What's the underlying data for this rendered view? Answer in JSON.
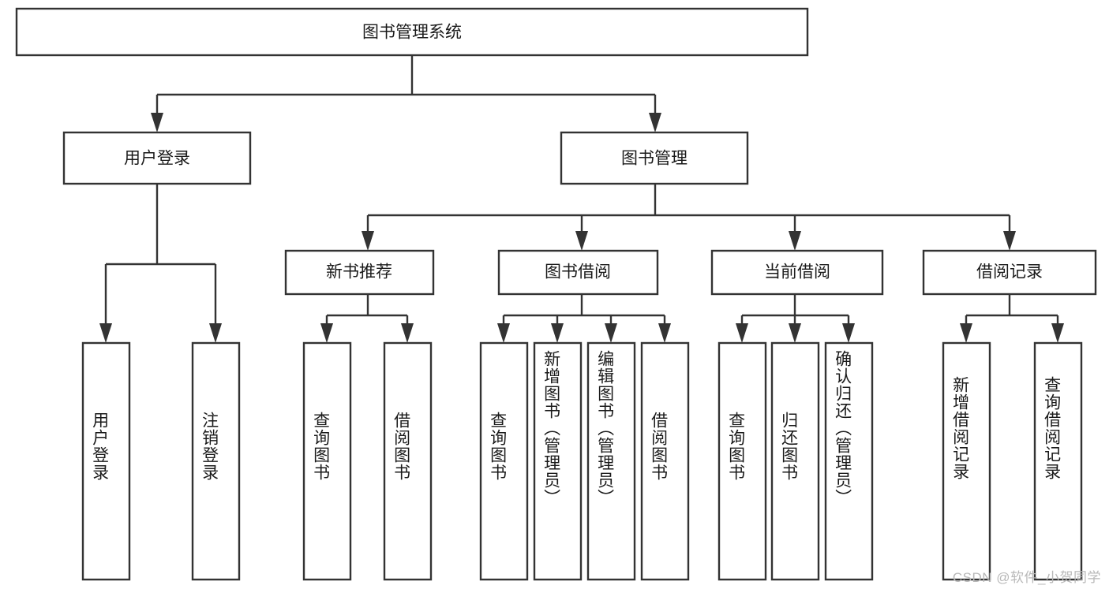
{
  "diagram": {
    "title": "图书管理系统",
    "type": "tree-hierarchy-diagram",
    "orientation": "top-down",
    "colors": {
      "box_fill": "#ffffff",
      "box_stroke": "#333333",
      "text": "#1a1a1a",
      "background": "#ffffff",
      "watermark": "#b8b8b8"
    },
    "root": {
      "label": "图书管理系统"
    },
    "level1": [
      {
        "label": "用户登录"
      },
      {
        "label": "图书管理"
      }
    ],
    "level2": [
      {
        "label": "新书推荐"
      },
      {
        "label": "图书借阅"
      },
      {
        "label": "当前借阅"
      },
      {
        "label": "借阅记录"
      }
    ],
    "leaves": {
      "user_login": [
        {
          "label": "用户登录"
        },
        {
          "label": "注销登录"
        }
      ],
      "new_book_recommend": [
        {
          "label": "查询图书"
        },
        {
          "label": "借阅图书"
        }
      ],
      "book_borrow": [
        {
          "label": "查询图书"
        },
        {
          "label": "新增图书（管理员）"
        },
        {
          "label": "编辑图书（管理员）"
        },
        {
          "label": "借阅图书"
        }
      ],
      "current_borrow": [
        {
          "label": "查询图书"
        },
        {
          "label": "归还图书"
        },
        {
          "label": "确认归还（管理员）"
        }
      ],
      "borrow_record": [
        {
          "label": "新增借阅记录"
        },
        {
          "label": "查询借阅记录"
        }
      ]
    }
  },
  "watermark": {
    "text": "CSDN @软件_小贺同学"
  }
}
